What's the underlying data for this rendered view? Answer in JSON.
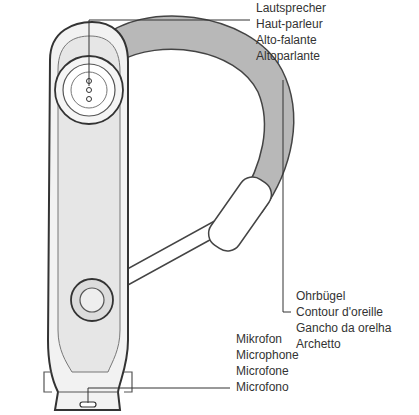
{
  "diagram": {
    "labels": [
      "Lautsprecher",
      "Haut-parleur",
      "Alto-falante",
      "Altoparlante",
      "Ohrbügel",
      "Contour d'oreille",
      "Gancho da orelha",
      "Archetto",
      "Mikrofon",
      "Microphone",
      "Microfone",
      "Microfono"
    ]
  }
}
